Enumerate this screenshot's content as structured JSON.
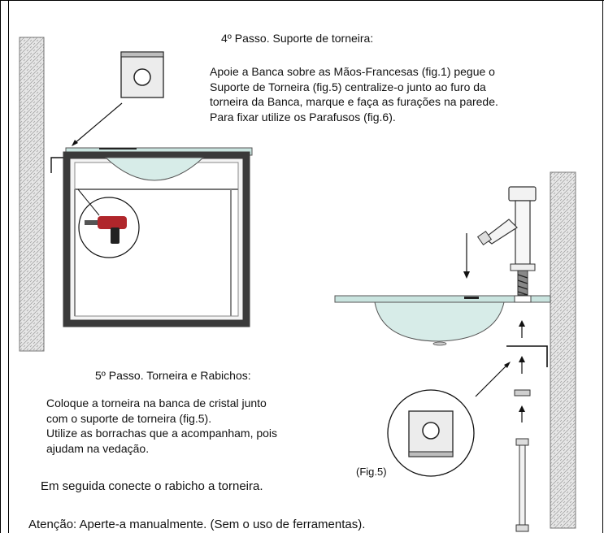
{
  "step4": {
    "heading": "4º Passo. Suporte de torneira:",
    "lines": [
      "Apoie a Banca sobre as Mãos-Francesas (fig.1) pegue o",
      "Suporte de Torneira (fig.5) centralize-o junto ao furo da",
      "torneira da Banca, marque e faça as furações na parede.",
      "Para fixar utilize os Parafusos (fig.6)."
    ]
  },
  "step5": {
    "heading": "5º Passo. Torneira e Rabichos:",
    "lines": [
      "Coloque a torneira na banca de cristal junto",
      "com o suporte de torneira (fig.5).",
      "Utilize as borrachas que a acompanham, pois",
      "ajudam na vedação."
    ],
    "fig_label": "(Fig.5)",
    "then_text": "Em seguida conecte o rabicho a torneira.",
    "warning": "Atenção: Aperte-a manualmente. (Sem o uso de ferramentas)."
  },
  "colors": {
    "wall": "#d9d9d9",
    "glass": "#c9e4df",
    "cabinet_frame": "#3a3a3a",
    "drill_red": "#b0262b"
  }
}
